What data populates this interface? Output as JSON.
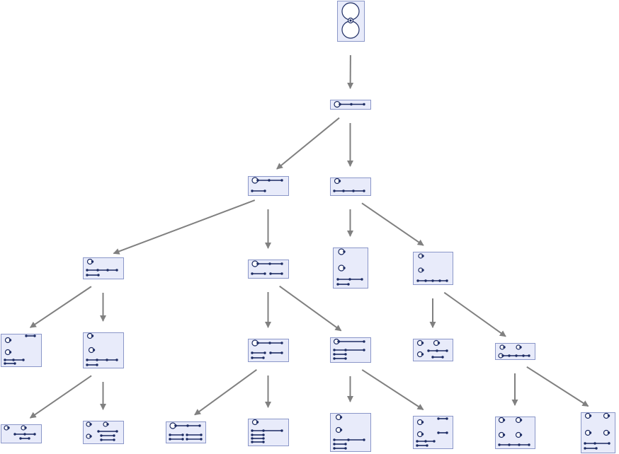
{
  "diagram": {
    "kind": "rewrite-tree",
    "colors": {
      "node_fill": "#e8ebfa",
      "node_border": "#8a96c8",
      "glyph": "#1c2b63",
      "edge": "#808080"
    },
    "nodes": [
      {
        "id": "n0",
        "level": 0
      },
      {
        "id": "n1",
        "level": 1
      },
      {
        "id": "n2a",
        "level": 2
      },
      {
        "id": "n2b",
        "level": 2
      },
      {
        "id": "n3a",
        "level": 3
      },
      {
        "id": "n3b",
        "level": 3
      },
      {
        "id": "n3c",
        "level": 3
      },
      {
        "id": "n3d",
        "level": 3
      },
      {
        "id": "n4a",
        "level": 4
      },
      {
        "id": "n4b",
        "level": 4
      },
      {
        "id": "n4c",
        "level": 4
      },
      {
        "id": "n4d",
        "level": 4
      },
      {
        "id": "n4e",
        "level": 4
      },
      {
        "id": "n4f",
        "level": 4
      },
      {
        "id": "n5a",
        "level": 5
      },
      {
        "id": "n5b",
        "level": 5
      },
      {
        "id": "n5c",
        "level": 5
      },
      {
        "id": "n5d",
        "level": 5
      },
      {
        "id": "n5e",
        "level": 5
      },
      {
        "id": "n5f",
        "level": 5
      },
      {
        "id": "n5g",
        "level": 5
      },
      {
        "id": "n5h",
        "level": 5
      }
    ],
    "edges": [
      [
        "n0",
        "n1"
      ],
      [
        "n1",
        "n2a"
      ],
      [
        "n1",
        "n2b"
      ],
      [
        "n2a",
        "n3a"
      ],
      [
        "n2a",
        "n3b"
      ],
      [
        "n2b",
        "n3c"
      ],
      [
        "n2b",
        "n3d"
      ],
      [
        "n3a",
        "n4a"
      ],
      [
        "n3a",
        "n4b"
      ],
      [
        "n3b",
        "n4c"
      ],
      [
        "n3b",
        "n4d"
      ],
      [
        "n3d",
        "n4e"
      ],
      [
        "n3d",
        "n4f"
      ],
      [
        "n4b",
        "n5a"
      ],
      [
        "n4b",
        "n5b"
      ],
      [
        "n4c",
        "n5c"
      ],
      [
        "n4c",
        "n5d"
      ],
      [
        "n4d",
        "n5e"
      ],
      [
        "n4d",
        "n5f"
      ],
      [
        "n4f",
        "n5g"
      ],
      [
        "n4f",
        "n5h"
      ]
    ]
  }
}
